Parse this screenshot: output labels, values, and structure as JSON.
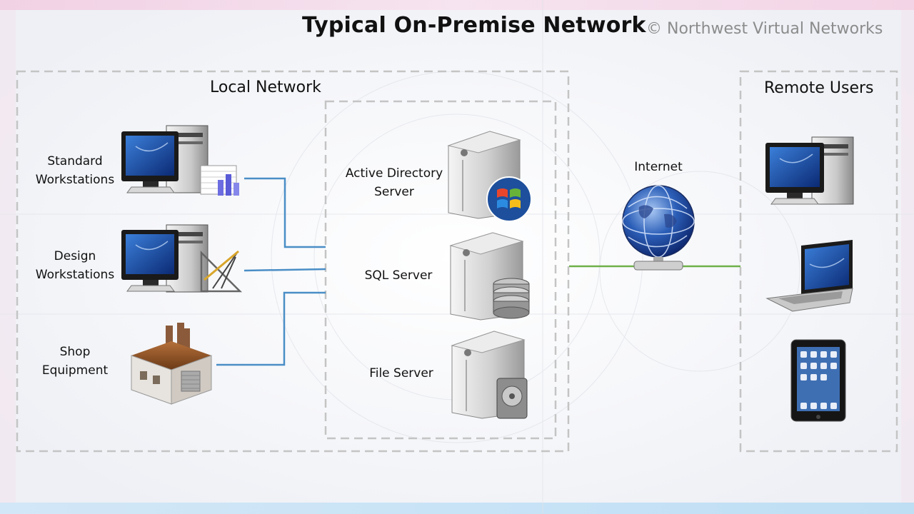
{
  "title": "Typical On-Premise Network",
  "copyright": "© Northwest Virtual Networks",
  "groups": {
    "local": "Local Network",
    "remote": "Remote Users"
  },
  "clients": [
    {
      "line1": "Standard",
      "line2": "Workstations",
      "icon": "desktop-computer-chart-icon"
    },
    {
      "line1": "Design",
      "line2": "Workstations",
      "icon": "desktop-computer-drafting-icon"
    },
    {
      "line1": "Shop",
      "line2": "Equipment",
      "icon": "factory-icon"
    }
  ],
  "servers": [
    {
      "line1": "Active Directory",
      "line2": "Server",
      "icon": "windows-server-icon"
    },
    {
      "line1": "SQL Server",
      "line2": "",
      "icon": "database-server-icon"
    },
    {
      "line1": "File Server",
      "line2": "",
      "icon": "file-server-icon"
    }
  ],
  "internet": {
    "label": "Internet",
    "icon": "globe-network-icon"
  },
  "remote_devices": [
    "desktop-computer-icon",
    "laptop-icon",
    "tablet-icon"
  ],
  "colors": {
    "lan_link": "#4a8ec6",
    "wan_link": "#6fb04a",
    "dashed_border": "#c4c4c4"
  }
}
